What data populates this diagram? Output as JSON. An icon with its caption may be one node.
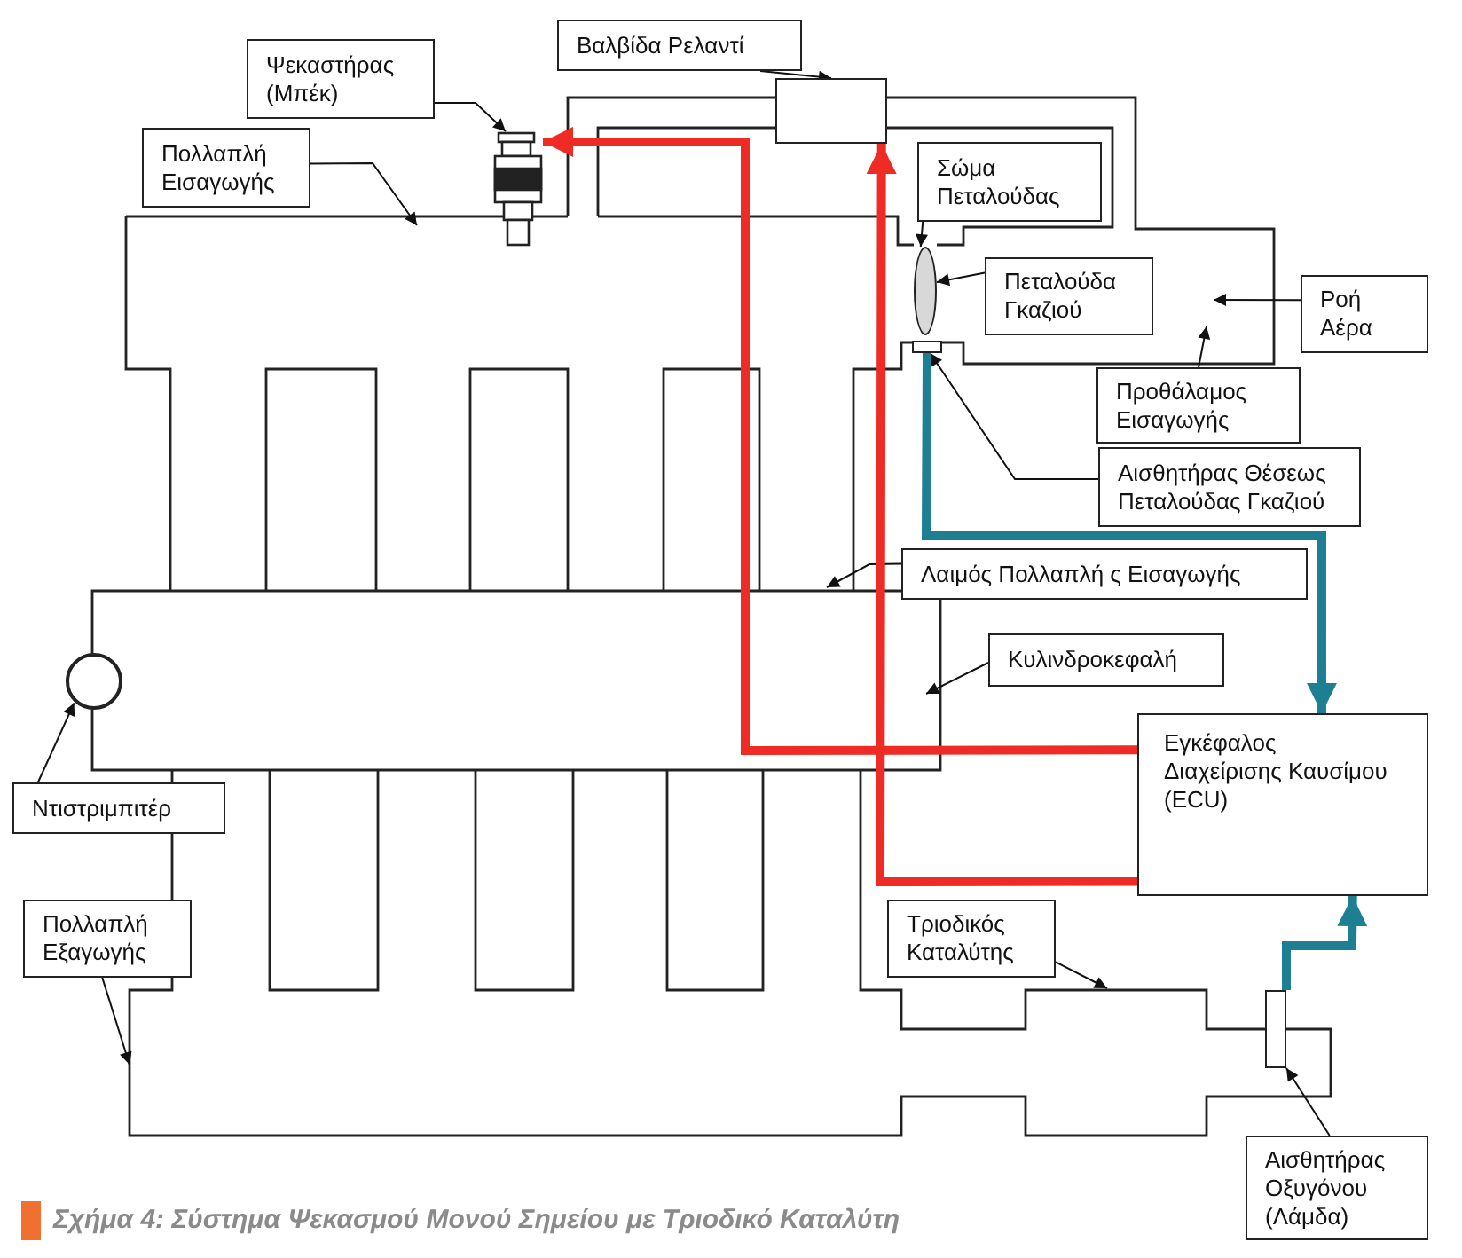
{
  "diagram": {
    "caption": "Σχήμα 4: Σύστημα Ψεκασμού Μονού Σημείου με Τριοδικό Καταλύτη",
    "nodes": [
      {
        "text": [
          "Βαλβίδα Ρελαντί"
        ]
      },
      {
        "text": [
          "Ψεκαστήρας (Μπέκ)"
        ]
      },
      {
        "text": [
          "Πολλαπλή Εισαγωγής"
        ]
      },
      {
        "text": [],
        "shape": "box"
      },
      {
        "text": [],
        "shape": "picture"
      },
      {
        "text": [
          "Σώμα Πεταλούδας"
        ]
      },
      {
        "text": [],
        "shape": "ellipse"
      },
      {
        "text": [
          "Πεταλούδα Γκαζιού"
        ]
      },
      {
        "text": [
          "Ροή Αέρα"
        ]
      },
      {
        "text": [],
        "shape": "box"
      },
      {
        "text": [
          "Προθάλαμος Εισαγωγής"
        ]
      },
      {
        "text": [
          "Αισθητήρας Θέσεως Πεταλούδας Γκαζιού"
        ]
      },
      {
        "text": [
          "Λαιμός Πολλαπλή ς Εισαγωγής"
        ]
      },
      {
        "text": [
          "Κυλινδροκεφαλή"
        ]
      },
      {
        "text": [],
        "shape": "circle"
      },
      {
        "text": [
          "Εγκέφαλος Διαχείρισης Καυσίμου (ECU)"
        ]
      },
      {
        "text": [
          "Ντιστριμπιτέρ"
        ]
      },
      {
        "text": [
          "Πολλαπλή Εξαγωγής"
        ]
      },
      {
        "text": [
          "Τριοδικός Καταλύτης"
        ]
      },
      {
        "text": [],
        "shape": "box"
      },
      {
        "text": [
          "Αισθητήρας Οξυγόνου (Λάμδα)"
        ]
      }
    ],
    "edges": [
      {
        "from": 1,
        "to": 4,
        "arrow": "to"
      },
      {
        "from": 2,
        "to": null,
        "arrow": "to"
      },
      {
        "from": 0,
        "to": 3,
        "arrow": "to"
      },
      {
        "from": 5,
        "to": 6,
        "arrow": "to"
      },
      {
        "from": 7,
        "to": 6,
        "arrow": "to"
      },
      {
        "from": 8,
        "to": null,
        "arrow": "to"
      },
      {
        "from": 10,
        "to": null,
        "arrow": "to"
      },
      {
        "from": 11,
        "to": 9,
        "arrow": "to"
      },
      {
        "from": 12,
        "to": null,
        "arrow": "to"
      },
      {
        "from": 13,
        "to": null,
        "arrow": "to"
      },
      {
        "from": 16,
        "to": 14,
        "arrow": "to"
      },
      {
        "from": 17,
        "to": null,
        "arrow": "to"
      },
      {
        "from": 18,
        "to": null,
        "arrow": "to"
      },
      {
        "from": 20,
        "to": 19,
        "arrow": "to"
      },
      {
        "from": 15,
        "to": 4,
        "arrow": "to",
        "style": "thick",
        "color": "#ee2b24"
      },
      {
        "from": 15,
        "to": 3,
        "arrow": "to",
        "style": "thick",
        "color": "#ee2b24"
      },
      {
        "from": 9,
        "to": 15,
        "arrow": "to",
        "style": "thick",
        "color": "#1f7f92"
      },
      {
        "from": 19,
        "to": 15,
        "arrow": "to",
        "style": "thick",
        "color": "#1f7f92"
      }
    ]
  }
}
